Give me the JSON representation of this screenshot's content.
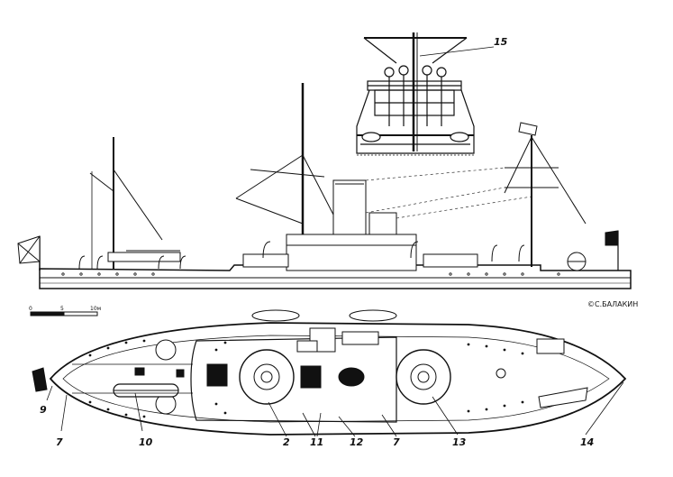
{
  "credit": "©С.БАЛАКИН",
  "scale_bar": {
    "start": "0",
    "mid": "5",
    "end": "10м"
  },
  "callouts": {
    "c15": "15",
    "c9": "9",
    "c7a": "7",
    "c10": "10",
    "c2": "2",
    "c11": "11",
    "c12": "12",
    "c7b": "7",
    "c13": "13",
    "c14": "14"
  },
  "colors": {
    "ink": "#111111",
    "paper": "#ffffff"
  }
}
